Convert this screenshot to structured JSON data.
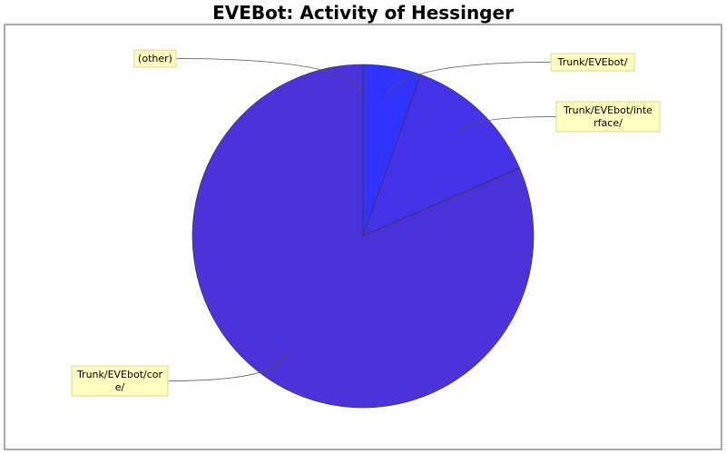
{
  "chart_data": {
    "type": "pie",
    "title": "EVEBot: Activity of Hessinger",
    "start_angle_deg": 90,
    "direction": "clockwise",
    "legend": "none",
    "slices": [
      {
        "label": "Trunk/EVEbot/",
        "value": 5.5,
        "color": "#3333ff",
        "label_lines": [
          "Trunk/EVEbot/"
        ]
      },
      {
        "label": "Trunk/EVEbot/interface/",
        "value": 13.0,
        "color": "#4533e9",
        "label_lines": [
          "Trunk/EVEbot/inte",
          "rface/"
        ]
      },
      {
        "label": "Trunk/EVEbot/core/",
        "value": 81.5,
        "color": "#4b33d9",
        "label_lines": [
          "Trunk/EVEbot/cor",
          "e/"
        ]
      },
      {
        "label": "(other)",
        "value": 0.0,
        "color": "#4d33d3",
        "label_lines": [
          "(other)"
        ]
      }
    ],
    "label_box_color": "#ffffc0",
    "plot_border_color": "#555555"
  }
}
